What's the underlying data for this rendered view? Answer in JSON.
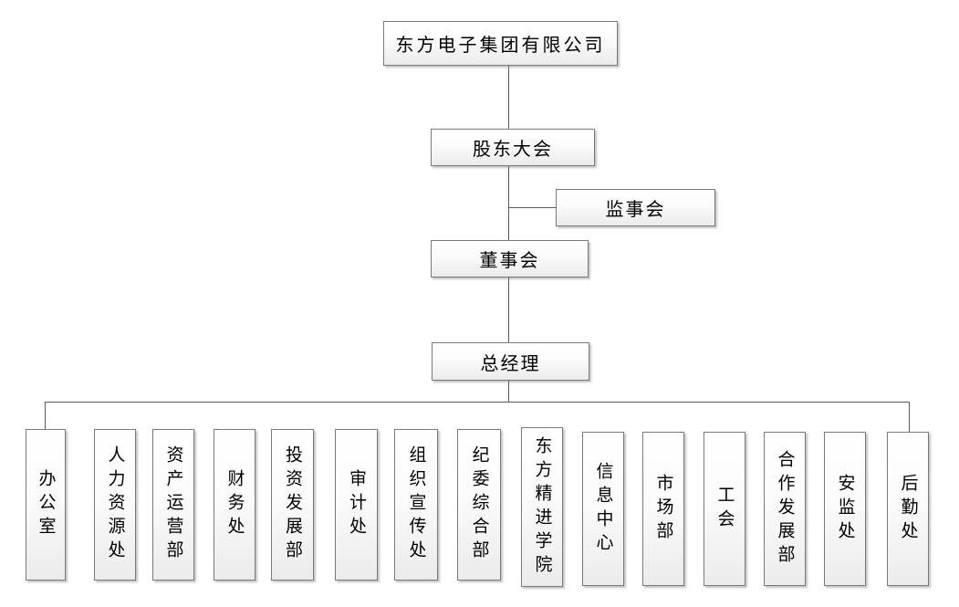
{
  "org": {
    "company": "东方电子集团有限公司",
    "shareholders_meeting": "股东大会",
    "supervisory_board": "监事会",
    "board_of_directors": "董事会",
    "general_manager": "总经理"
  },
  "departments": [
    "办公室",
    "人力资源处",
    "资产运营部",
    "财务处",
    "投资发展部",
    "审计处",
    "组织宣传处",
    "纪委综合部",
    "东方精进学院",
    "信息中心",
    "市场部",
    "工会",
    "合作发展部",
    "安监处",
    "后勤处"
  ],
  "colors": {
    "connector_line": "#595959",
    "box_border": "#7a7a7a",
    "box_fill_top": "#ffffff",
    "box_fill_bottom": "#ebebeb"
  }
}
